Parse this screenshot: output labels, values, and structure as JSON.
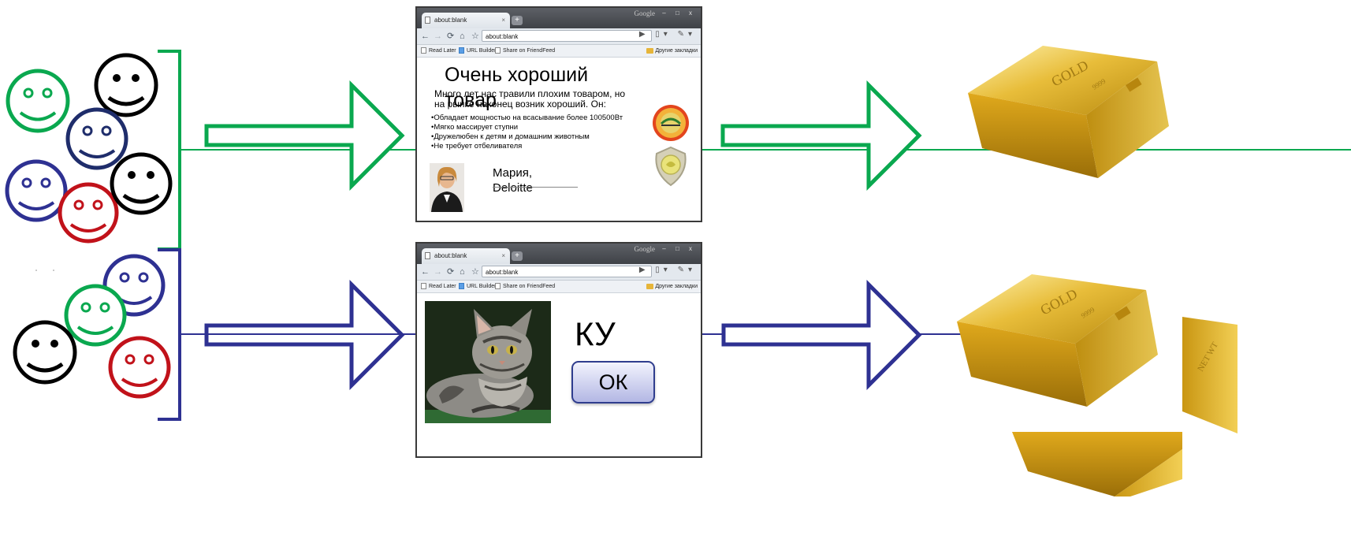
{
  "browser": {
    "tab_title": "about:blank",
    "tab_close": "×",
    "new_tab": "+",
    "brand": "Google",
    "window_controls": "– □ x",
    "address": "about:blank",
    "toolbar_right": "▶ ▯▾ ✎▾",
    "bookmarks": [
      "Read Later",
      "URL Builder",
      "Share on FriendFeed"
    ],
    "other_bookmarks": "Другие закладки"
  },
  "ad_page": {
    "title": "Очень хороший товар",
    "intro": "Много лет нас травили плохим товаром, но на рынке наконец возник хороший. Он:",
    "features": [
      "Обладает мощностью на всасывание более 100500Вт",
      "Мягко массирует ступни",
      "Дружелюбен к детям и домашним животным",
      "Не требует отбеливателя"
    ],
    "signature_name": "Мария, Deloitte"
  },
  "cat_page": {
    "heading": "КУ",
    "button_label": "ОК"
  },
  "colors": {
    "green": "#0aa84f",
    "navy": "#2e3192",
    "black": "#000000",
    "darkblue": "#1f2d6b",
    "red": "#c1121a",
    "gold": "#d4a017"
  },
  "icons": [
    "smiley-face",
    "hollow-arrow-right",
    "gold-bar",
    "cat-photo",
    "person-photo",
    "seal-icon",
    "badge-icon"
  ]
}
